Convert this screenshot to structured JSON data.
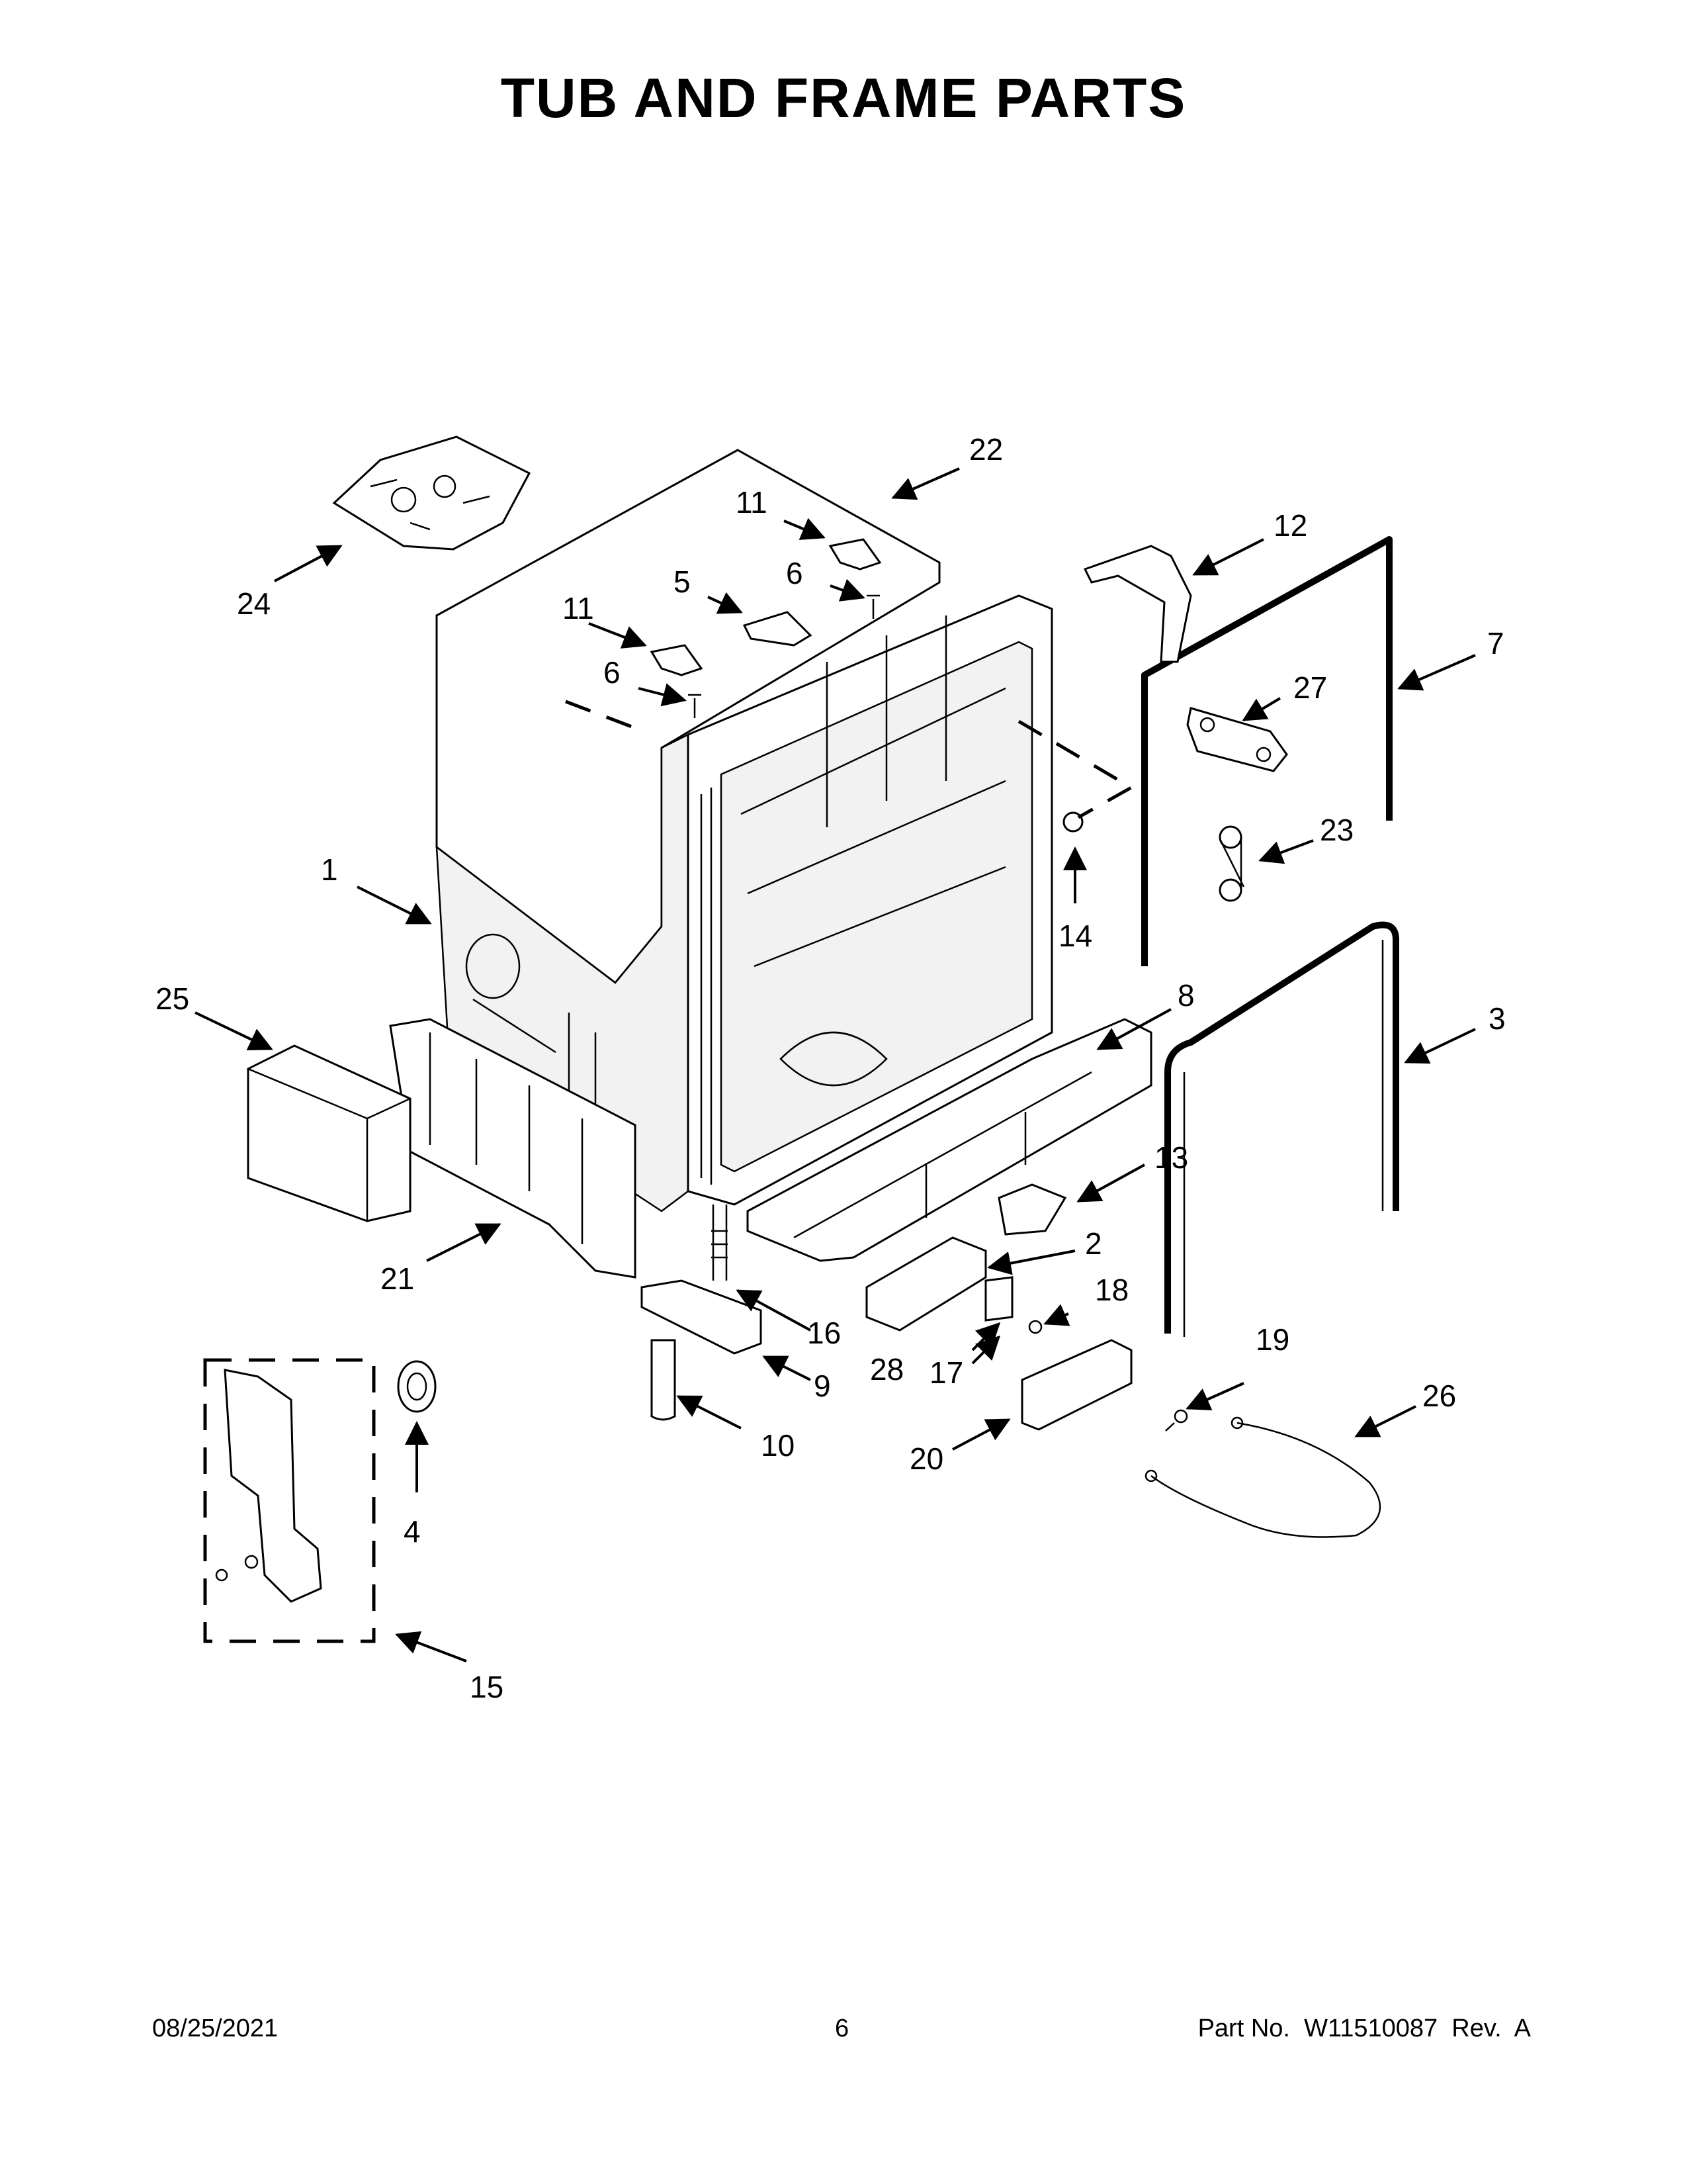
{
  "page": {
    "title": "TUB AND FRAME PARTS",
    "footer_date": "08/25/2021",
    "footer_page": "6",
    "footer_part": "Part No.  W11510087  Rev.  A"
  },
  "callouts": {
    "c1": "1",
    "c2": "2",
    "c3": "3",
    "c4": "4",
    "c5": "5",
    "c6a": "6",
    "c6b": "6",
    "c7": "7",
    "c8": "8",
    "c9": "9",
    "c10": "10",
    "c11a": "11",
    "c11b": "11",
    "c12": "12",
    "c13": "13",
    "c14": "14",
    "c15": "15",
    "c16": "16",
    "c17": "17",
    "c18": "18",
    "c19": "19",
    "c20": "20",
    "c21": "21",
    "c22": "22",
    "c23": "23",
    "c24": "24",
    "c25": "25",
    "c26": "26",
    "c27": "27",
    "c28": "28"
  }
}
